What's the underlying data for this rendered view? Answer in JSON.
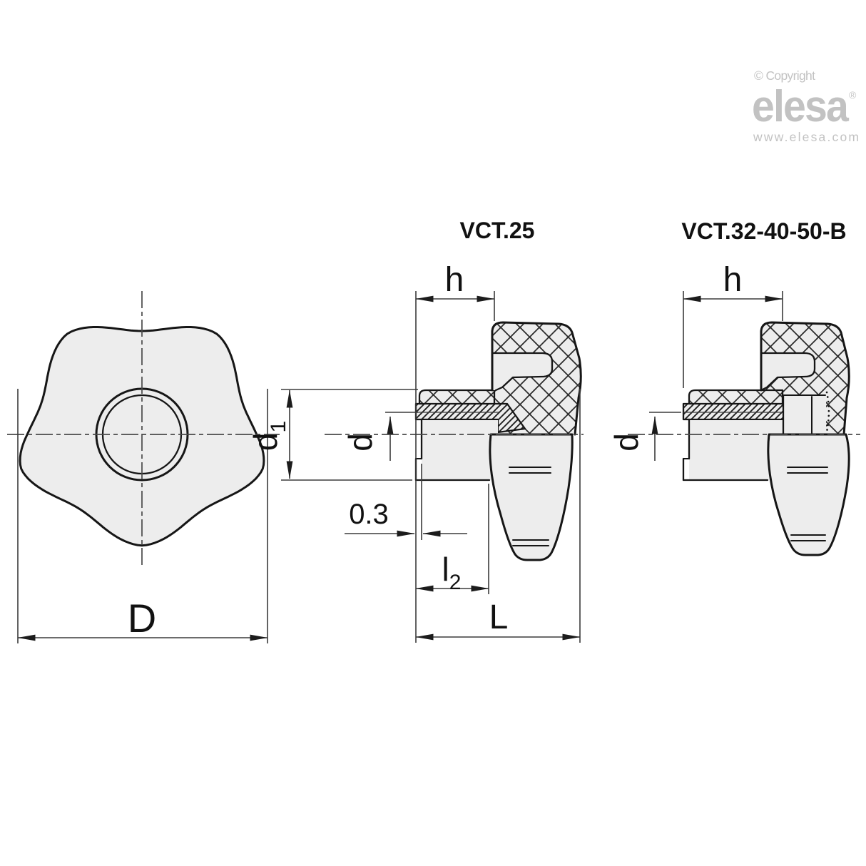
{
  "branding": {
    "copyright": "© Copyright",
    "brand": "elesa",
    "registered": "®",
    "website": "www.elesa.com"
  },
  "titles": {
    "left": "VCT.25",
    "right": "VCT.32-40-50-B"
  },
  "front_view": {
    "diameter": "D"
  },
  "section_vct25": {
    "hub_height": "h",
    "insert_outer_diameter": {
      "main": "d",
      "sub": "1"
    },
    "thread_diameter": "d",
    "face_protrusion": "0.3",
    "insert_length": {
      "main": "l",
      "sub": "2"
    },
    "overall_length": "L"
  },
  "section_vct_b": {
    "hub_height": "h",
    "thread_diameter": "d"
  },
  "colors": {
    "background": "#ffffff",
    "outline": "#161616",
    "body_fill": "#ededed",
    "dimension_line": "#3b3b3b",
    "centerline": "#4a4a4a",
    "logo_gray": "#c2c2c2",
    "label_text": "#111111"
  }
}
